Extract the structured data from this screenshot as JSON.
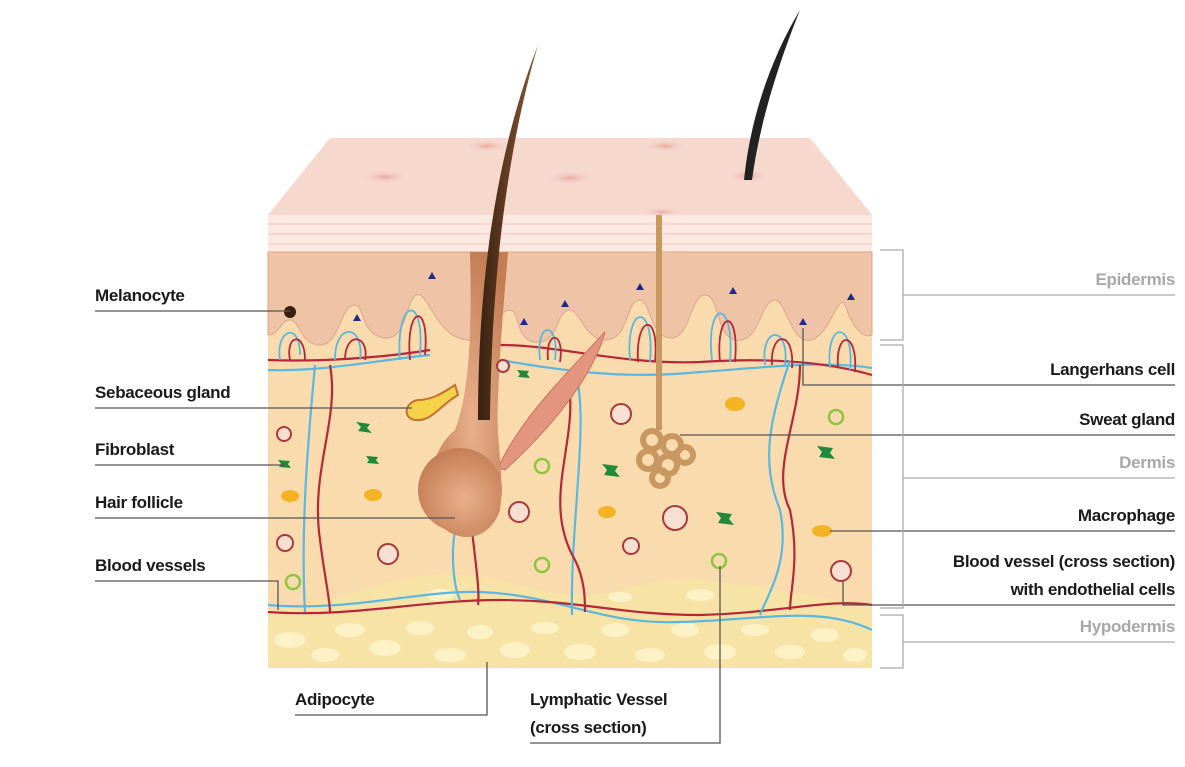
{
  "labels": {
    "melanocyte": "Melanocyte",
    "sebaceous_gland": "Sebaceous gland",
    "fibroblast": "Fibroblast",
    "hair_follicle": "Hair follicle",
    "blood_vessels": "Blood vessels",
    "adipocyte": "Adipocyte",
    "lymphatic_line1": "Lymphatic Vessel",
    "lymphatic_line2": "(cross section)",
    "langerhans_cell": "Langerhans cell",
    "sweat_gland": "Sweat gland",
    "macrophage": "Macrophage",
    "blood_vessel_cs_line1": "Blood vessel (cross section)",
    "blood_vessel_cs_line2": "with endothelial cells"
  },
  "layers": {
    "epidermis": "Epidermis",
    "dermis": "Dermis",
    "hypodermis": "Hypodermis"
  },
  "colors": {
    "artery": "#b5283a",
    "vein": "#5ab8e0",
    "fibroblast": "#1f8a3a",
    "macrophage": "#f5b324",
    "lymph": "#8cc63f",
    "langerhans": "#1d2a8a"
  }
}
